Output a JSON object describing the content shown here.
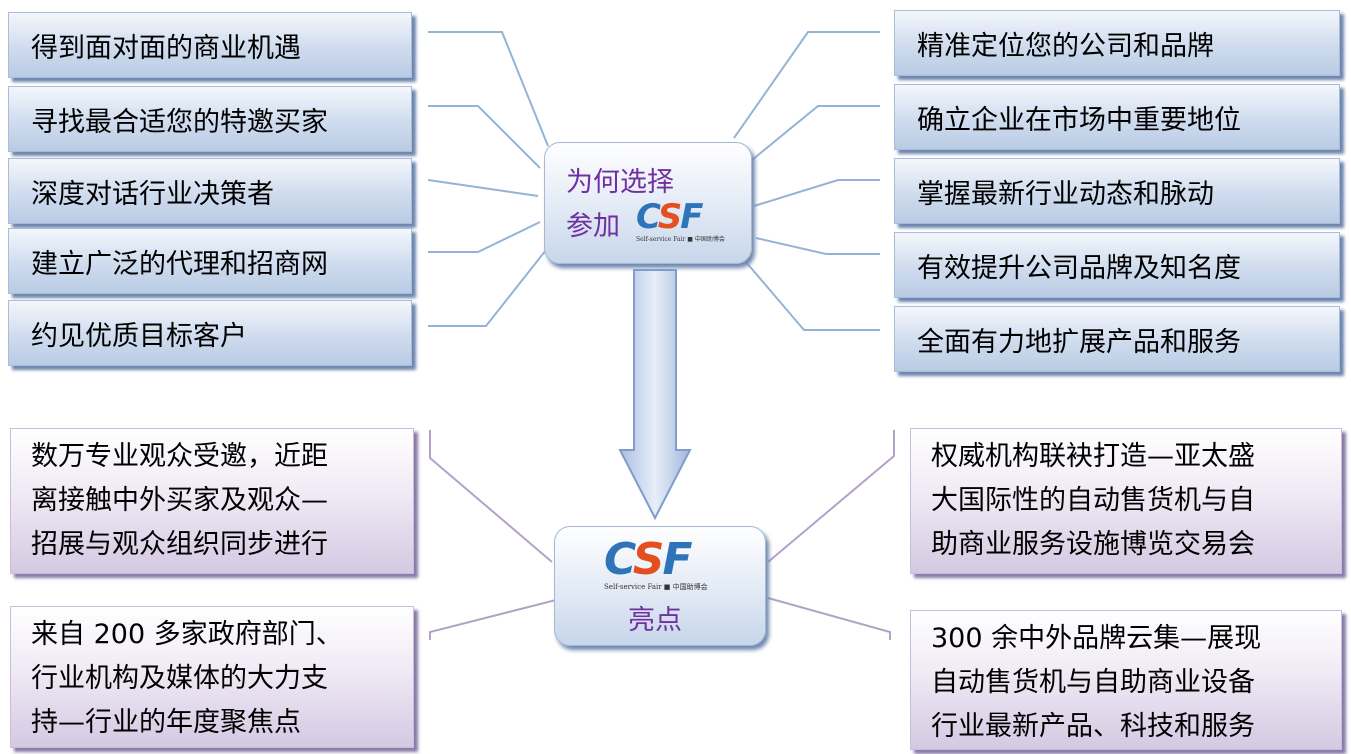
{
  "top_hub": {
    "line1": "为何选择",
    "line2": "参加",
    "logo_sub": "Self-service Fair ■ 中国助博会"
  },
  "left_top_items": [
    "得到面对面的商业机遇",
    "寻找最合适您的特邀买家",
    "深度对话行业决策者",
    "建立广泛的代理和招商网",
    "约见优质目标客户"
  ],
  "right_top_items": [
    "精准定位您的公司和品牌",
    "确立企业在市场中重要地位",
    "掌握最新行业动态和脉动",
    "有效提升公司品牌及知名度",
    "全面有力地扩展产品和服务"
  ],
  "bottom_hub": {
    "label": "亮点",
    "logo_sub": "Self-service Fair ■ 中国助博会"
  },
  "highlights": {
    "left_1": [
      "数万专业观众受邀，近距",
      "离接触中外买家及观众—",
      "招展与观众组织同步进行"
    ],
    "left_2": [
      "来自 200 多家政府部门、",
      "行业机构及媒体的大力支",
      "持—行业的年度聚焦点"
    ],
    "right_1": [
      "权威机构联袂打造—亚太盛",
      "大国际性的自动售货机与自",
      "助商业服务设施博览交易会"
    ],
    "right_2": [
      "300 余中外品牌云集—展现",
      "自动售货机与自助商业设备",
      "行业最新产品、科技和服务"
    ]
  },
  "logo_letters": {
    "c": "C",
    "s": "S",
    "f": "F"
  },
  "colors": {
    "hub_text": "#7030a0",
    "connector_blue": "#95b3d7",
    "connector_purple": "#b3a2c7",
    "logo_blue": "#2f73b8",
    "logo_orange": "#e34f1f"
  }
}
